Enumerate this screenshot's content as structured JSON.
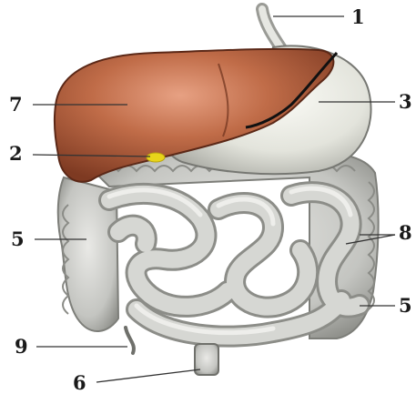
{
  "diagram": {
    "labels": {
      "l1": "1",
      "l2": "2",
      "l3": "3",
      "l5a": "5",
      "l5b": "5",
      "l6": "6",
      "l7": "7",
      "l8": "8",
      "l9": "9"
    },
    "colors": {
      "liver": "#b45e3d",
      "liver_highlight": "#d98a6a",
      "stomach": "#e9eae2",
      "intestine": "#cfd0cc",
      "intestine_shadow": "#8c8d88",
      "gallbladder": "#e8d41a",
      "leader_line": "#333333"
    }
  }
}
